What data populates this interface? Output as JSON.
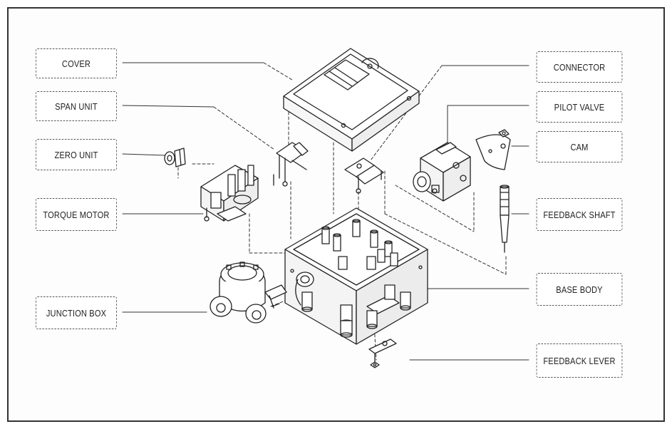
{
  "labels": {
    "cover": "COVER",
    "span_unit": "SPAN UNIT",
    "zero_unit": "ZERO UNIT",
    "torque_motor": "TORQUE MOTOR",
    "junction_box": "JUNCTION BOX",
    "connector": "CONNECTOR",
    "pilot_valve": "PILOT VALVE",
    "cam": "CAM",
    "feedback_shaft": "FEEDBACK SHAFT",
    "base_body": "BASE BODY",
    "feedback_lever": "FEEDBACK LEVER"
  }
}
